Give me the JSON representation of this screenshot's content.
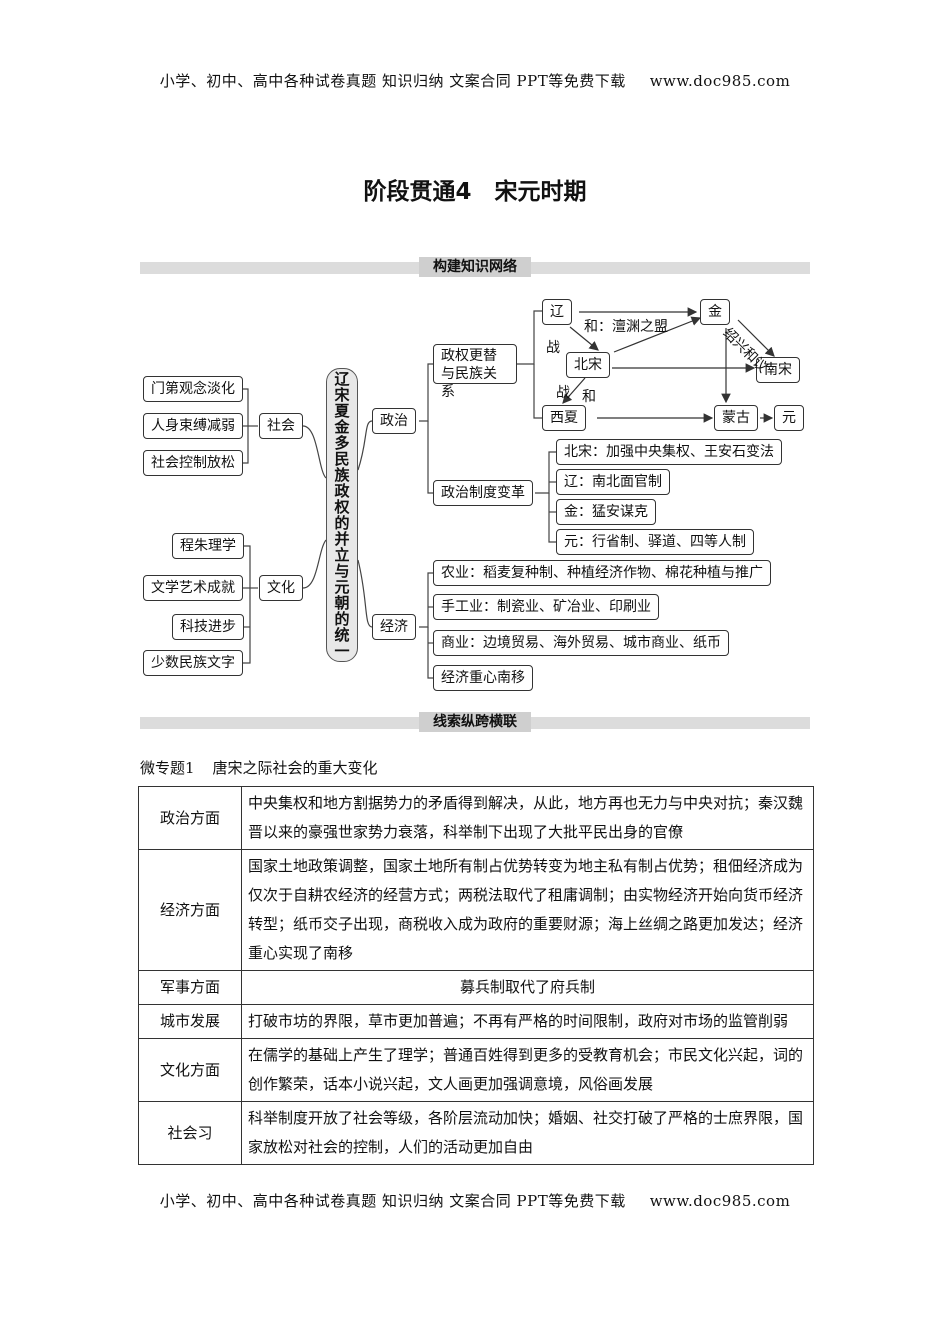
{
  "header": {
    "text": "小学、初中、高中各种试卷真题  知识归纳  文案合同  PPT等免费下载",
    "url": "www.doc985.com"
  },
  "footer": {
    "text": "小学、初中、高中各种试卷真题  知识归纳  文案合同  PPT等免费下载",
    "url": "www.doc985.com"
  },
  "title": "阶段贯通4　宋元时期",
  "banner1": "构建知识网络",
  "banner2": "线索纵跨横联",
  "mindmap": {
    "center": "辽宋夏金多民族政权的并立与元朝的统一",
    "society": {
      "label": "社会",
      "items": [
        "门第观念淡化",
        "人身束缚减弱",
        "社会控制放松"
      ]
    },
    "culture": {
      "label": "文化",
      "items": [
        "程朱理学",
        "文学艺术成就",
        "科技进步",
        "少数民族文字"
      ]
    },
    "politics": {
      "label": "政治",
      "relations_label": "政权更替与民族关系",
      "regimes": {
        "liao": "辽",
        "jin": "金",
        "beisong": "北宋",
        "nansong": "南宋",
        "xixia": "西夏",
        "menggu": "蒙古",
        "yuan": "元"
      },
      "edges": {
        "chanyuan": "和：澶渊之盟",
        "zhan1": "战",
        "zhan2": "战",
        "he": "和",
        "shaoxing": "绍兴和议"
      },
      "system_label": "政治制度变革",
      "systems": [
        "北宋：加强中央集权、王安石变法",
        "辽：南北面官制",
        "金：猛安谋克",
        "元：行省制、驿道、四等人制"
      ]
    },
    "economy": {
      "label": "经济",
      "items": [
        "农业：稻麦复种制、种植经济作物、棉花种植与推广",
        "手工业：制瓷业、矿冶业、印刷业",
        "商业：边境贸易、海外贸易、城市商业、纸币",
        "经济重心南移"
      ]
    }
  },
  "subtopic": {
    "num": "微专题1",
    "title": "唐宋之际社会的重大变化"
  },
  "table": [
    {
      "head": "政治方面",
      "body": "中央集权和地方割据势力的矛盾得到解决，从此，地方再也无力与中央对抗；秦汉魏晋以来的豪强世家势力衰落，科举制下出现了大批平民出身的官僚"
    },
    {
      "head": "经济方面",
      "body": "国家土地政策调整，国家土地所有制占优势转变为地主私有制占优势；租佃经济成为仅次于自耕农经济的经营方式；两税法取代了租庸调制；由实物经济开始向货币经济转型；纸币交子出现，商税收入成为政府的重要财源；海上丝绸之路更加发达；经济重心实现了南移"
    },
    {
      "head": "军事方面",
      "body": "募兵制取代了府兵制"
    },
    {
      "head": "城市发展",
      "body": "打破市坊的界限，草市更加普遍；不再有严格的时间限制，政府对市场的监管削弱"
    },
    {
      "head": "文化方面",
      "body": "在儒学的基础上产生了理学；普通百姓得到更多的受教育机会；市民文化兴起，词的创作繁荣，话本小说兴起，文人画更加强调意境，风俗画发展"
    },
    {
      "head": "社会习",
      "body": "科举制度开放了社会等级，各阶层流动加快；婚姻、社交打破了严格的士庶界限，国家放松对社会的控制，人们的活动更加自由"
    }
  ]
}
